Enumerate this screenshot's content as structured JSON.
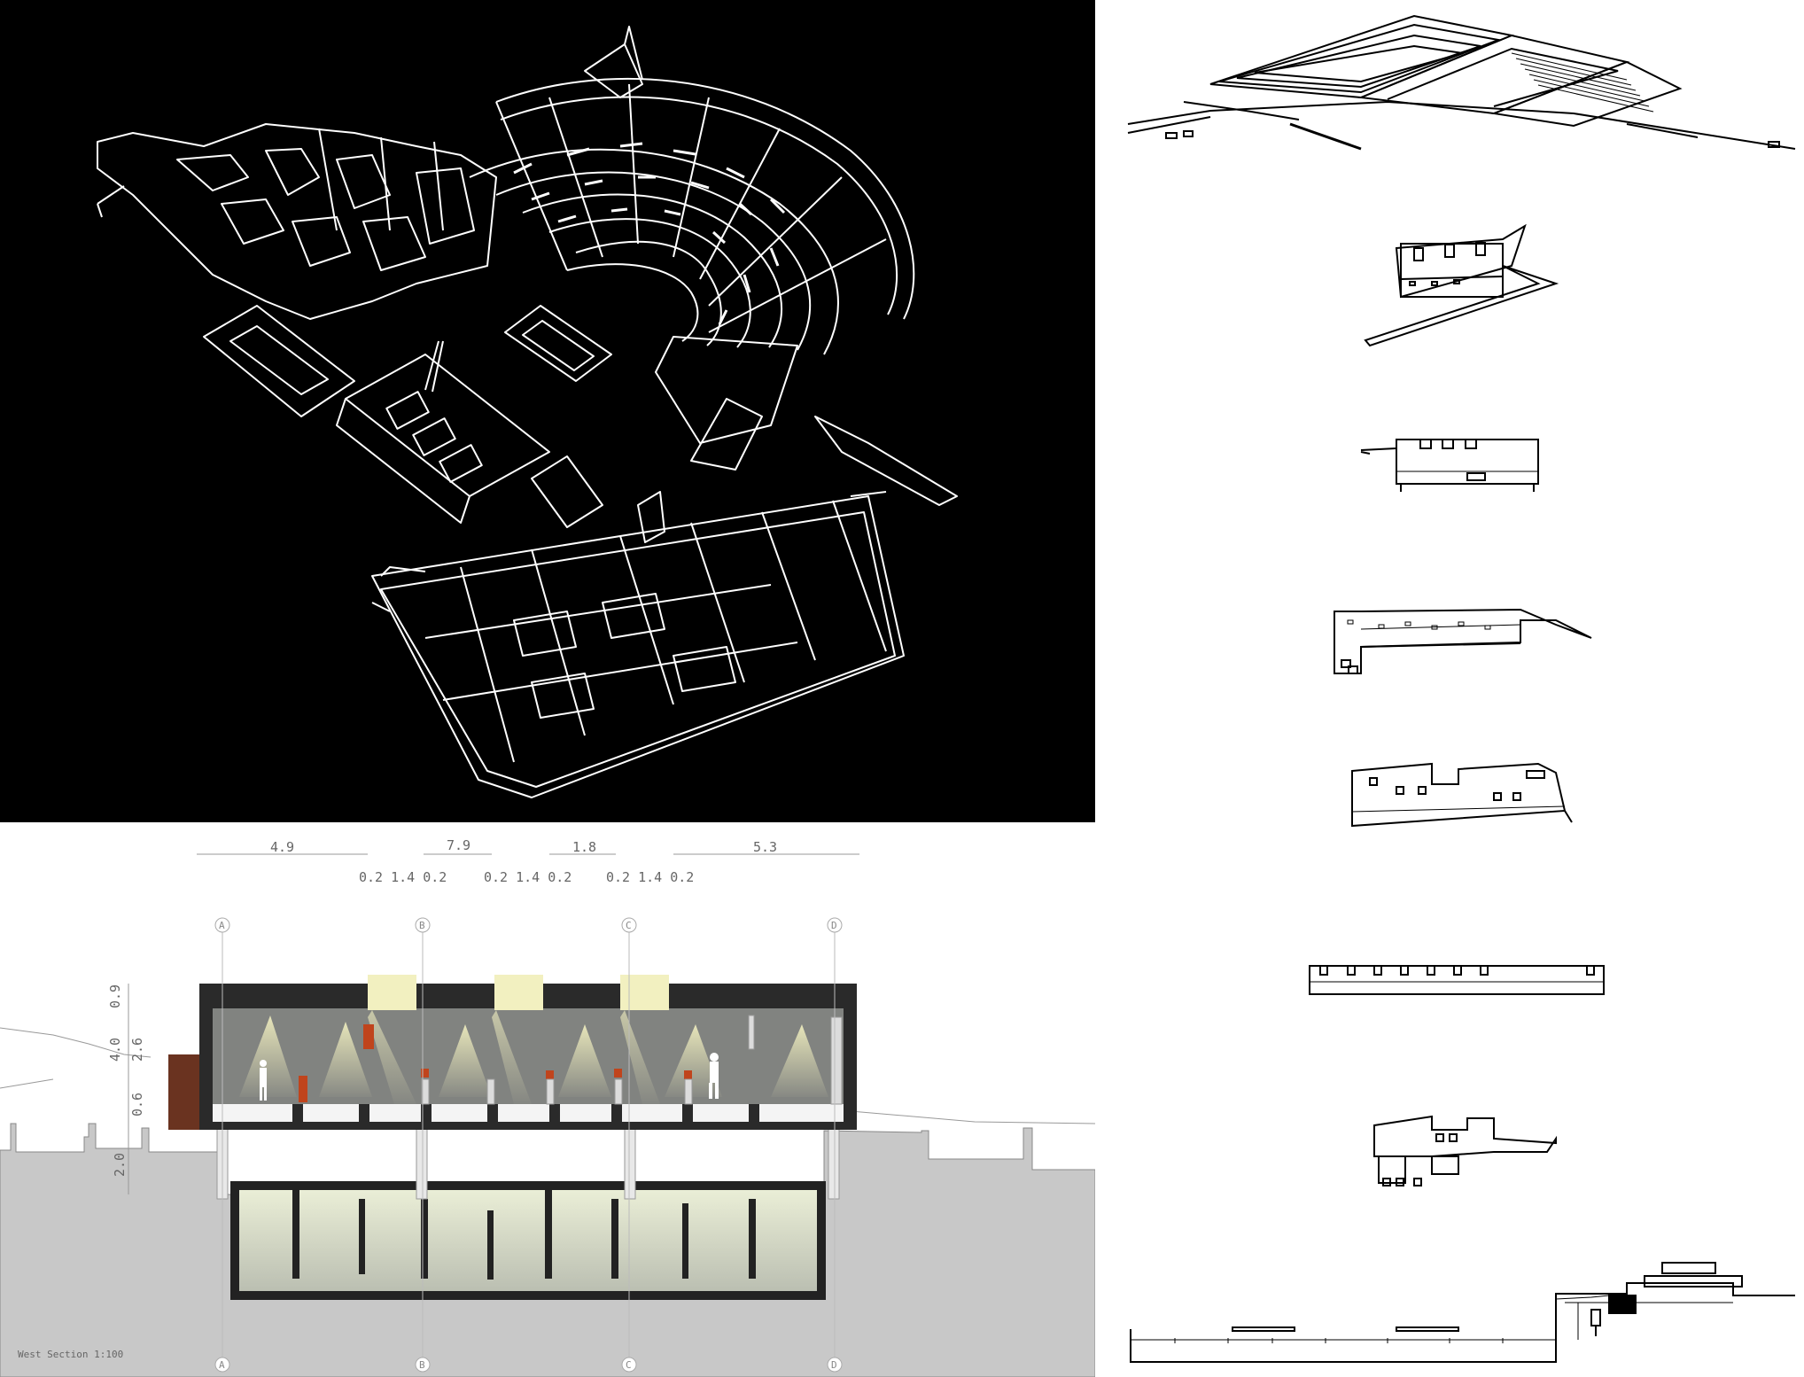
{
  "section": {
    "caption": "West Section 1:100",
    "top_dims": [
      "4.9",
      "7.9",
      "1.8",
      "5.3"
    ],
    "sub_dims": [
      "0.2 1.4 0.2",
      "0.2 1.4 0.2",
      "0.2 1.4 0.2"
    ],
    "grid_labels": [
      "A",
      "B",
      "C",
      "D"
    ],
    "left_dims": [
      "0.9",
      "4.0",
      "2.6",
      "0.6",
      "2.0"
    ]
  },
  "colors": {
    "axo_bg": "#000000",
    "axo_line": "#ffffff",
    "ground": "#c8c8c8",
    "concrete": "#2a2a2a",
    "light": "#f2f0c0",
    "accent_red": "#c0441c"
  },
  "elevations": [
    "site-axonometric",
    "block-elevation-1",
    "block-elevation-2",
    "block-elevation-3",
    "block-elevation-4",
    "block-elevation-5",
    "block-elevation-6",
    "long-site-section"
  ]
}
